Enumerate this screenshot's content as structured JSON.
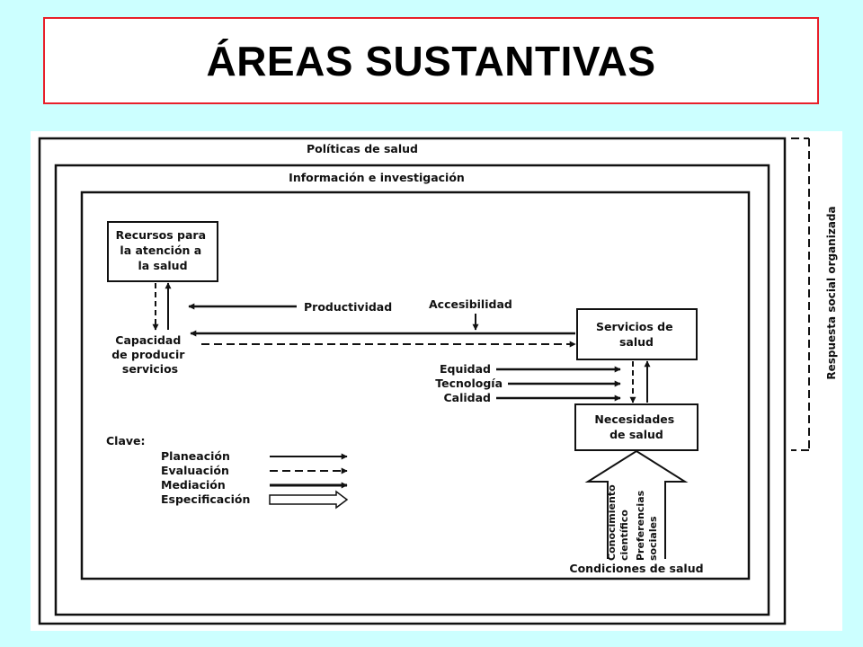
{
  "title": "ÁREAS SUSTANTIVAS",
  "colors": {
    "background": "#ccffff",
    "title_border": "#e8202a",
    "ink": "#111111"
  },
  "diagram": {
    "outer_label": "Políticas de salud",
    "middle_label": "Información e investigación",
    "side_label": "Respuesta social organizada",
    "nodes": {
      "recursos": [
        "Recursos para",
        "la atención a",
        "la salud"
      ],
      "capacidad": [
        "Capacidad",
        "de producir",
        "servicios"
      ],
      "servicios": [
        "Servicios de",
        "salud"
      ],
      "necesidades": [
        "Necesidades",
        "de salud"
      ]
    },
    "edge_labels": {
      "productividad": "Productividad",
      "accesibilidad": "Accesibilidad",
      "equidad": "Equidad",
      "tecnologia": "Tecnología",
      "calidad": "Calidad"
    },
    "condiciones": {
      "title": "Condiciones de salud",
      "items": [
        "Conocimiento",
        "científico",
        "Preferencias",
        "sociales"
      ]
    },
    "legend": {
      "title": "Clave:",
      "items": [
        "Planeación",
        "Evaluación",
        "Mediación",
        "Especificación"
      ]
    }
  }
}
